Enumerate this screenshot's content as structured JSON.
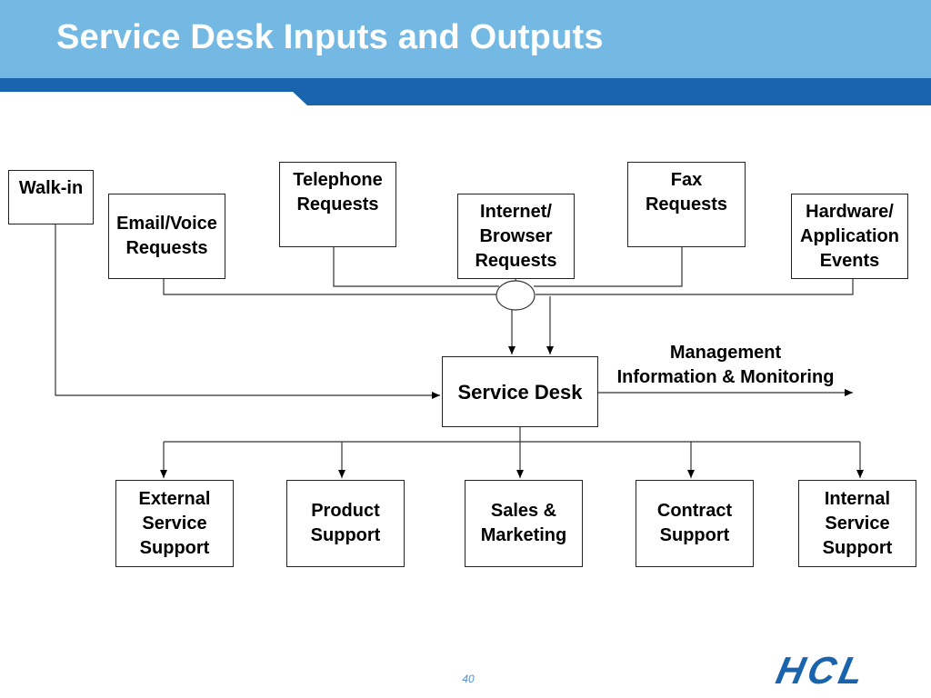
{
  "slide": {
    "title": "Service Desk Inputs and Outputs",
    "page_number": "40",
    "logo_text": "HCL"
  },
  "inputs": {
    "walk_in": "Walk-in",
    "email_voice": "Email/Voice\nRequests",
    "telephone": "Telephone\nRequests",
    "internet": "Internet/\nBrowser\nRequests",
    "fax": "Fax\nRequests",
    "hardware": "Hardware/\nApplication\nEvents"
  },
  "center": {
    "service_desk": "Service Desk",
    "management": "Management\nInformation & Monitoring"
  },
  "outputs": {
    "external": "External\nService\nSupport",
    "product": "Product\nSupport",
    "sales": "Sales &\nMarketing",
    "contract": "Contract\nSupport",
    "internal": "Internal\nService\nSupport"
  },
  "colors": {
    "header_light": "#74b9e3",
    "header_dark": "#1a63ad",
    "logo_blue": "#1a63ad"
  }
}
